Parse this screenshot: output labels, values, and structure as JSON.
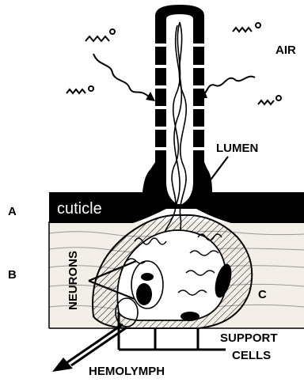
{
  "diagram": {
    "labels": {
      "air": "AIR",
      "lumen": "LUMEN",
      "cuticle": "cuticle",
      "neurons": "NEURONS",
      "support_line1": "SUPPORT",
      "support_line2": "CELLS",
      "hemolymph": "HEMOLYMPH",
      "marker_a": "A",
      "marker_b": "B",
      "marker_c": "C"
    },
    "colors": {
      "ink": "#000000",
      "background": "#ffffff",
      "tissue_band": "#f3efe8",
      "pore_fill": "#ffffff"
    }
  }
}
